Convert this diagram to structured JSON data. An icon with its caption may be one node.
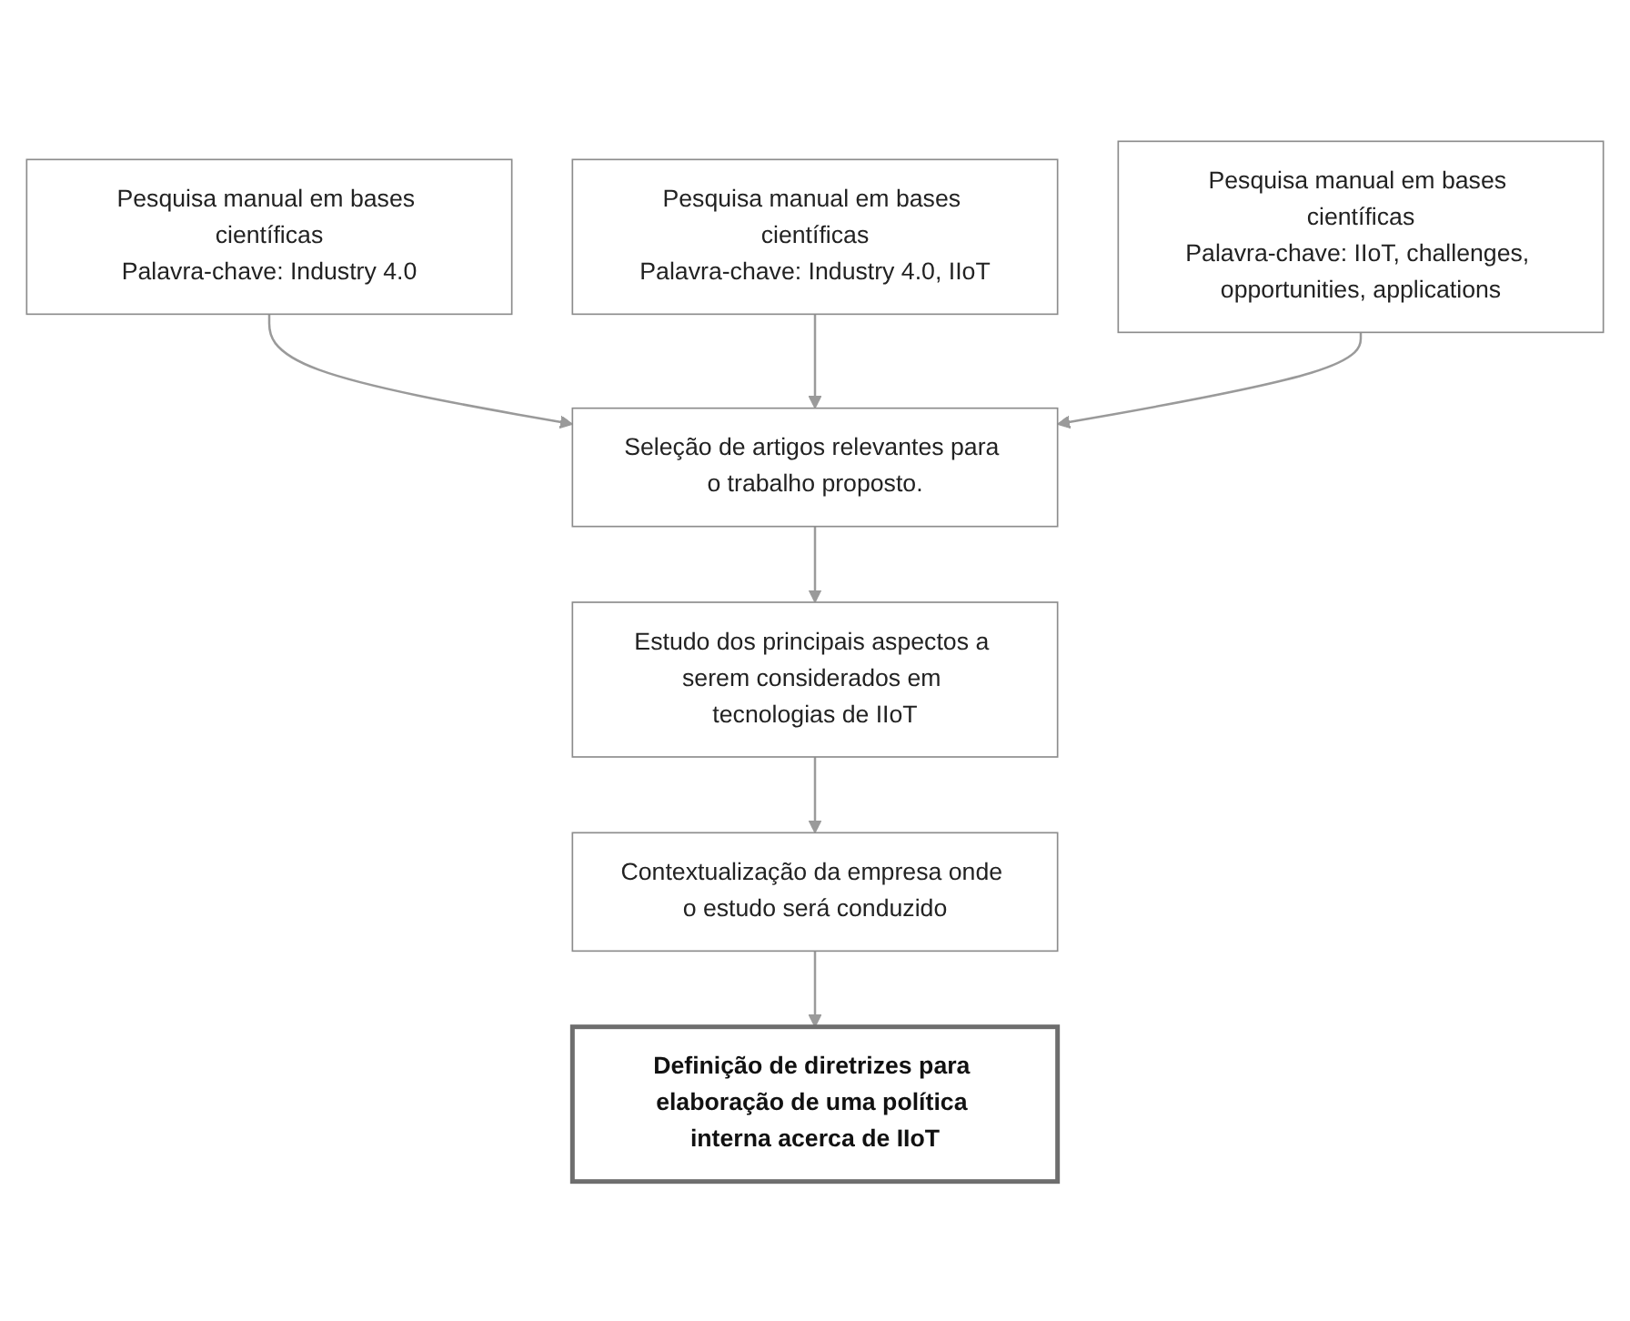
{
  "diagram": {
    "nodes": [
      {
        "text": [
          "Seleção de artigos relevantes para o trabalho proposto."
        ]
      },
      {
        "text": [
          "Pesquisa manual em bases científicas",
          "Palavra-chave: Industry 4.0"
        ]
      },
      {
        "text": [
          "Pesquisa manual em bases científicas",
          "Palavra-chave: Industry 4.0, IIoT"
        ]
      },
      {
        "text": [
          "Pesquisa manual em bases científicas",
          "Palavra-chave: IIoT, challenges, opportunities, applications"
        ]
      },
      {
        "text": [
          "Estudo dos principais aspectos a serem considerados em tecnologias de IIoT"
        ]
      },
      {
        "text": [
          "Contextualização da empresa onde o estudo será conduzido"
        ]
      },
      {
        "text": [
          "Definição de diretrizes para elaboração de uma política interna acerca de IIoT"
        ]
      }
    ],
    "edges": [
      {
        "from": 1,
        "to": 0,
        "arrow": "to"
      },
      {
        "from": 2,
        "to": 0,
        "arrow": "to"
      },
      {
        "from": 3,
        "to": 0,
        "arrow": "to"
      },
      {
        "from": 0,
        "to": 4,
        "arrow": "to"
      },
      {
        "from": 4,
        "to": 5,
        "arrow": "to"
      },
      {
        "from": 5,
        "to": 6,
        "arrow": "to"
      }
    ]
  }
}
